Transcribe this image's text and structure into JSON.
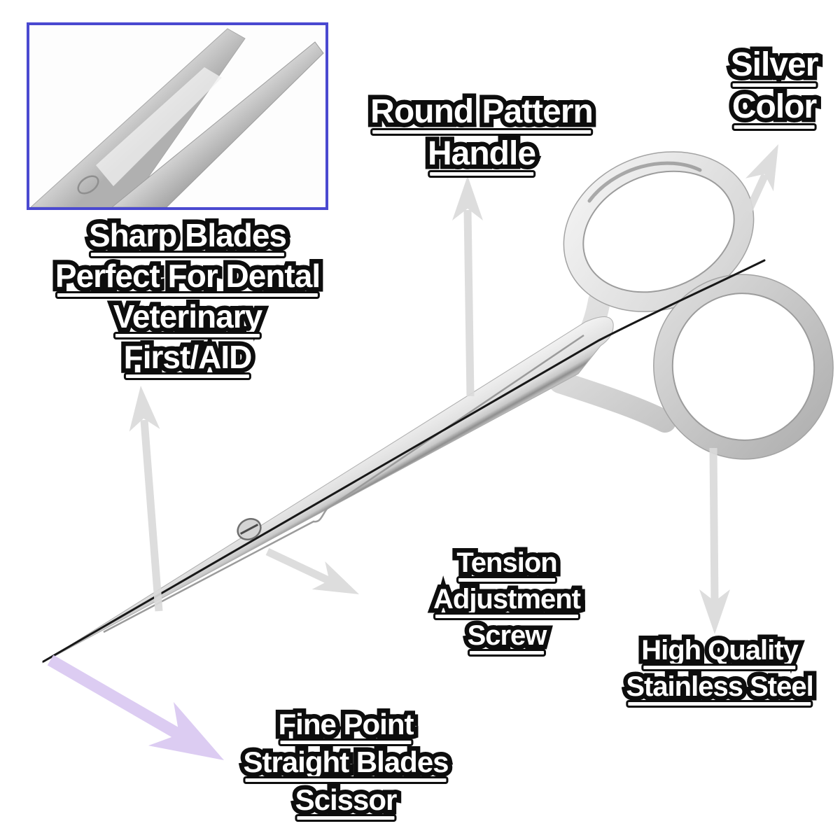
{
  "page": {
    "background": "#ffffff"
  },
  "inset": {
    "name": "blade-tips-closeup-photo",
    "border_color": "#4a49d0"
  },
  "scissors": {
    "name": "straight-iris-scissors-photo",
    "finish": "silver"
  },
  "labels": {
    "sharp_blades": {
      "lines": [
        "Sharp Blades",
        "Perfect For Dental",
        "Veterinary",
        "First/AID"
      ]
    },
    "round_pattern": {
      "lines": [
        "Round Pattern",
        "Handle"
      ]
    },
    "silver_color": {
      "lines": [
        "Silver",
        "Color"
      ]
    },
    "tension_screw": {
      "lines": [
        "Tension",
        "Adjustment",
        "Screw"
      ]
    },
    "stainless": {
      "lines": [
        "High Quality",
        "Stainless Steel"
      ]
    },
    "fine_point": {
      "lines": [
        "Fine Point",
        "Straight Blades",
        "Scissor"
      ]
    }
  },
  "colors": {
    "text_fill": "#ffffff",
    "text_outline": "#0d0d0d",
    "arrow_gray": "#dadada",
    "arrow_purple": "#d9c8f1",
    "metal_light": "#efefef",
    "metal_dark": "#8f8f8f",
    "inset_border": "#4a49d0"
  },
  "arrows": [
    {
      "name": "arrow-to-sharp-blades-label",
      "color": "#dadada"
    },
    {
      "name": "arrow-to-round-pattern-label",
      "color": "#dadada"
    },
    {
      "name": "arrow-to-silver-color-label",
      "color": "#dadada"
    },
    {
      "name": "arrow-to-tension-screw-label",
      "color": "#dadada"
    },
    {
      "name": "arrow-to-stainless-label",
      "color": "#dadada"
    },
    {
      "name": "arrow-to-fine-point-label",
      "color": "#d9c8f1"
    }
  ]
}
